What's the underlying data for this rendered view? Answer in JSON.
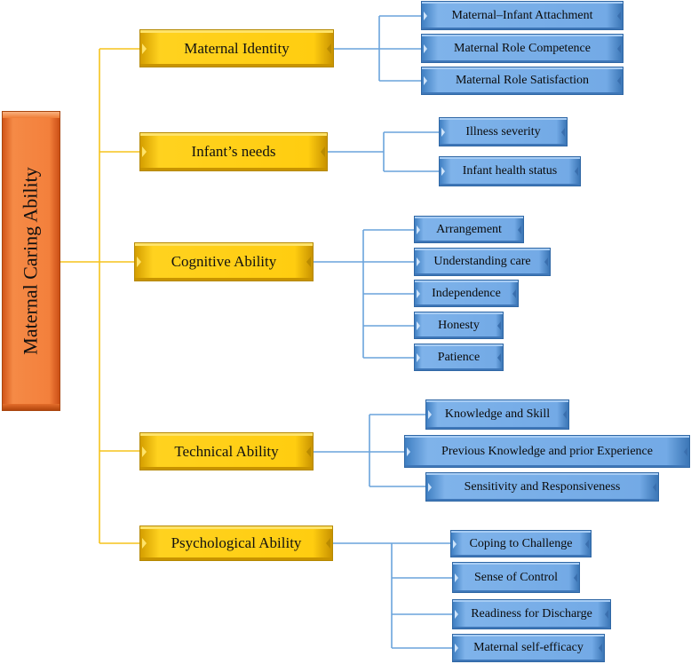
{
  "root": {
    "label": "Maternal Caring Ability"
  },
  "branches": [
    {
      "label": "Maternal Identity",
      "children": [
        "Maternal–Infant Attachment",
        "Maternal Role Competence",
        "Maternal Role Satisfaction"
      ]
    },
    {
      "label": "Infant’s needs",
      "children": [
        "Illness severity",
        "Infant health status"
      ]
    },
    {
      "label": "Cognitive Ability",
      "children": [
        "Arrangement",
        "Understanding care",
        "Independence",
        "Honesty",
        "Patience"
      ]
    },
    {
      "label": "Technical Ability",
      "children": [
        "Knowledge and Skill",
        "Previous Knowledge and prior Experience",
        "Sensitivity and Responsiveness"
      ]
    },
    {
      "label": "Psychological Ability",
      "children": [
        "Coping to Challenge",
        "Sense of Control",
        "Readiness for Discharge",
        "Maternal self-efficacy"
      ]
    }
  ],
  "colors": {
    "yellow_connector": "#f5c31c",
    "blue_connector": "#6aa3dc"
  }
}
